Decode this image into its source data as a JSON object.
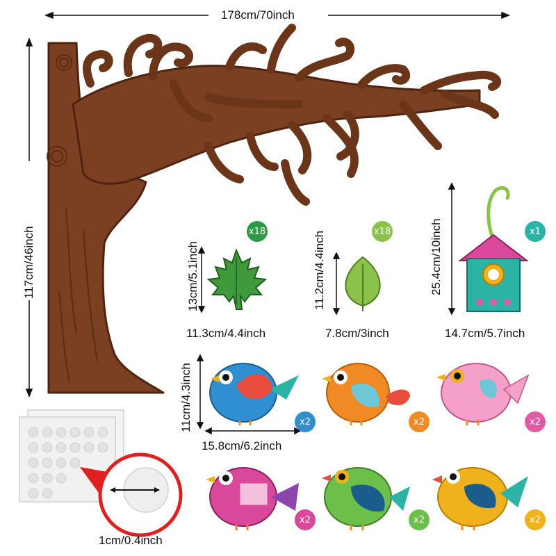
{
  "tree": {
    "width_label": "178cm/70inch",
    "height_label": "117cm/46inch"
  },
  "leaf_maple": {
    "height_label": "13cm/5.1inch",
    "width_label": "11.3cm/4.4inch",
    "count": "x18"
  },
  "leaf_oval": {
    "height_label": "11.2cm/4.4inch",
    "width_label": "7.8cm/3inch",
    "count": "x18"
  },
  "birdhouse": {
    "height_label": "25.4cm/10inch",
    "width_label": "14.7cm/5.7inch",
    "count": "x1"
  },
  "birds": {
    "height_label": "11cm/4.3inch",
    "width_label": "15.8cm/6.2inch",
    "items": [
      {
        "count": "x2"
      },
      {
        "count": "x2"
      },
      {
        "count": "x2"
      },
      {
        "count": "x2"
      },
      {
        "count": "x2"
      },
      {
        "count": "x2"
      }
    ]
  },
  "adhesive": {
    "dot_label": "1cm/0.4inch"
  },
  "colors": {
    "trunk": "#7a4021",
    "trunk_outline": "#5a2c14",
    "leaf_green": "#3e9a3a",
    "badge_green": "#2e9a47",
    "badge_light_green": "#8bc34a",
    "badge_teal": "#2bb3a6",
    "badge_blue": "#2f8fd0",
    "badge_orange": "#f08a24",
    "badge_pink": "#e25aa4",
    "badge_magenta": "#d9489b",
    "badge_lime": "#6cc04a",
    "badge_yellow": "#f0b21c",
    "magnifier_red": "#e02020"
  }
}
